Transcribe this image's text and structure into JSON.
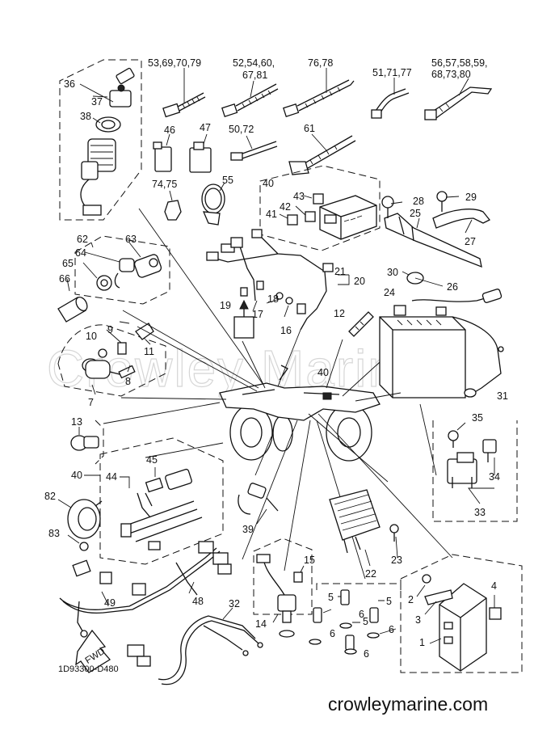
{
  "watermark": "Crowley Marine",
  "diagram_code": "1D93300-D480",
  "site": "crowleymarine.com",
  "fwd_label": "FWD",
  "callouts": {
    "c53": "53,69,70,79",
    "c52": "52,54,60,",
    "c67": "67,81",
    "c76": "76,78",
    "c51": "51,71,77",
    "c56": "56,57,58,59,",
    "c68": "68,73,80",
    "c36": "36",
    "c37": "37",
    "c38": "38",
    "c46": "46",
    "c47": "47",
    "c50": "50,72",
    "c61": "61",
    "c74": "74,75",
    "c55": "55",
    "c40a": "40",
    "c43": "43",
    "c42": "42",
    "c41": "41",
    "c28": "28",
    "c29": "29",
    "c25": "25",
    "c27": "27",
    "c62": "62",
    "c63": "63",
    "c64": "64",
    "c65": "65",
    "c66": "66",
    "c21": "21",
    "c20": "20",
    "c30": "30",
    "c26": "26",
    "c24": "24",
    "c19": "19",
    "c17": "17",
    "c18": "18",
    "c16": "16",
    "c12": "12",
    "c9": "9",
    "c10": "10",
    "c11": "11",
    "c8": "8",
    "c7": "7",
    "c40b": "40",
    "c31": "31",
    "c13": "13",
    "c35": "35",
    "c34": "34",
    "c33": "33",
    "c40c": "40",
    "c44": "44",
    "c45": "45",
    "c82": "82",
    "c83": "83",
    "c39": "39",
    "c23": "23",
    "c22": "22",
    "c49": "49",
    "c48": "48",
    "c15": "15",
    "c14": "14",
    "c5a": "5",
    "c5b": "5",
    "c5c": "5",
    "c6a": "6",
    "c6b": "6",
    "c6c": "6",
    "c2": "2",
    "c3": "3",
    "c4": "4",
    "c1": "1",
    "c32": "32"
  }
}
